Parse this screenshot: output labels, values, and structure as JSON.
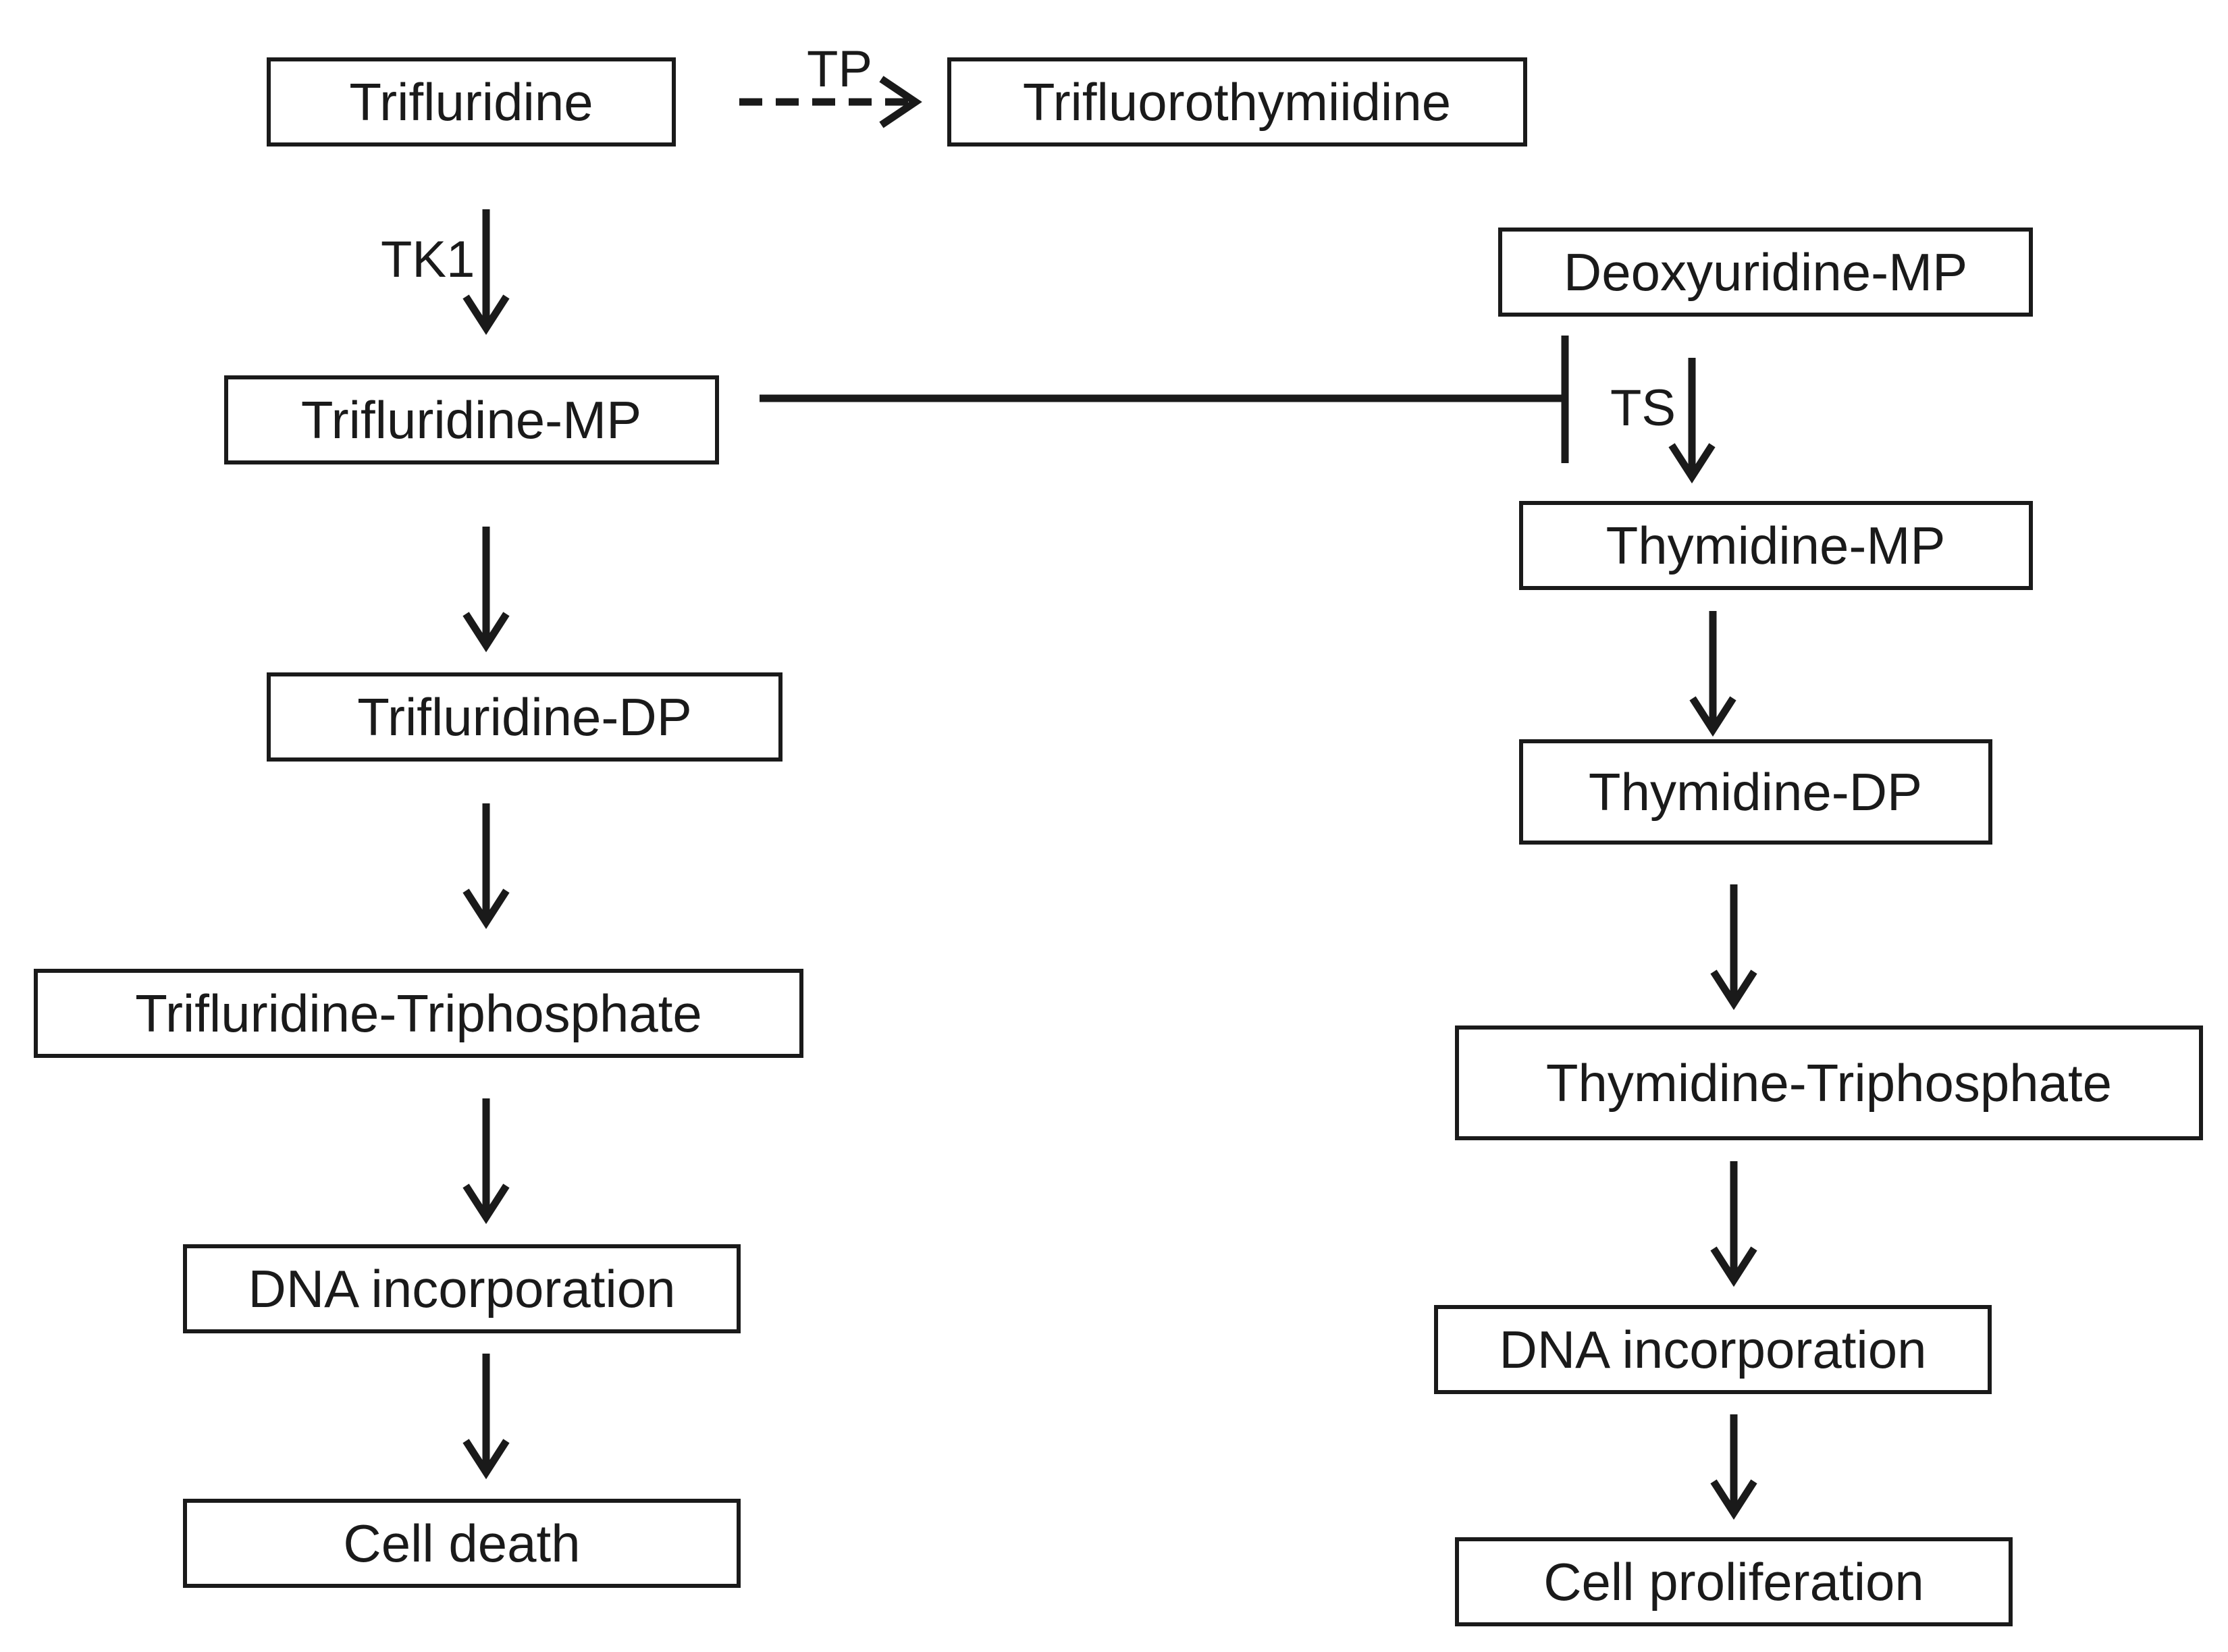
{
  "nodes": {
    "trifluridine": "Trifluridine",
    "trifluorothymiidine": "Trifluorothymiidine",
    "trifluridine_mp": "Trifluridine-MP",
    "trifluridine_dp": "Trifluridine-DP",
    "trifluridine_tp": "Trifluridine-Triphosphate",
    "dna_incorporation_left": "DNA incorporation",
    "cell_death": "Cell death",
    "deoxyuridine_mp": "Deoxyuridine-MP",
    "thymidine_mp": "Thymidine-MP",
    "thymidine_dp": "Thymidine-DP",
    "thymidine_tp": "Thymidine-Triphosphate",
    "dna_incorporation_right": "DNA incorporation",
    "cell_proliferation": "Cell proliferation"
  },
  "edge_labels": {
    "tp": "TP",
    "tk1": "TK1",
    "ts": "TS"
  },
  "edges": [
    {
      "from": "trifluridine",
      "to": "trifluorothymiidine",
      "label": "TP",
      "style": "dashed-arrow"
    },
    {
      "from": "trifluridine",
      "to": "trifluridine_mp",
      "label": "TK1",
      "style": "arrow"
    },
    {
      "from": "trifluridine_mp",
      "to": "trifluridine_dp",
      "style": "arrow"
    },
    {
      "from": "trifluridine_dp",
      "to": "trifluridine_tp",
      "style": "arrow"
    },
    {
      "from": "trifluridine_tp",
      "to": "dna_incorporation_left",
      "style": "arrow"
    },
    {
      "from": "dna_incorporation_left",
      "to": "cell_death",
      "style": "arrow"
    },
    {
      "from": "deoxyuridine_mp",
      "to": "thymidine_mp",
      "label": "TS",
      "style": "arrow"
    },
    {
      "from": "thymidine_mp",
      "to": "thymidine_dp",
      "style": "arrow"
    },
    {
      "from": "thymidine_dp",
      "to": "thymidine_tp",
      "style": "arrow"
    },
    {
      "from": "thymidine_tp",
      "to": "dna_incorporation_right",
      "style": "arrow"
    },
    {
      "from": "dna_incorporation_right",
      "to": "cell_proliferation",
      "style": "arrow"
    },
    {
      "from": "trifluridine_mp",
      "to": "ts",
      "style": "inhibition"
    }
  ]
}
